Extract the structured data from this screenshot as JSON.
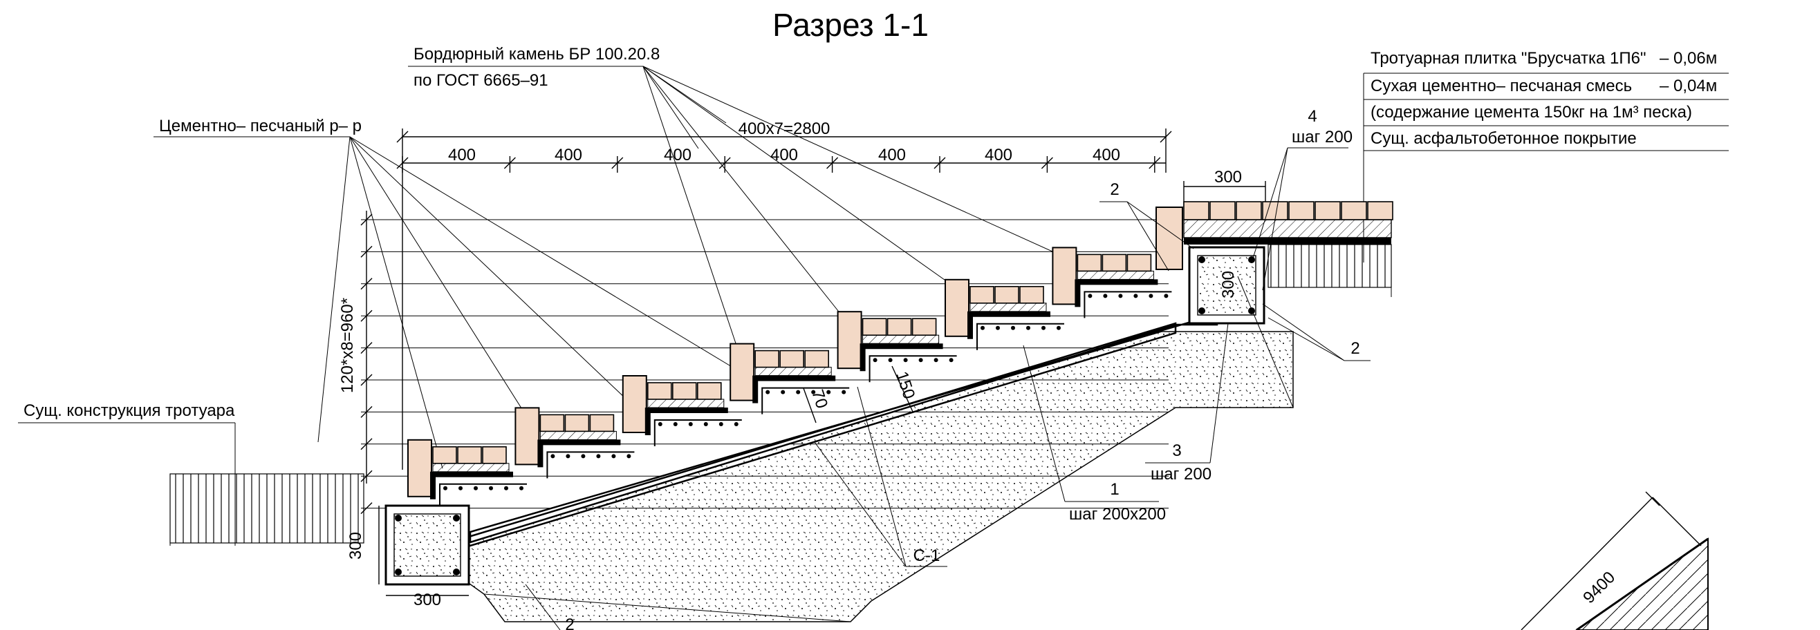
{
  "title": "Разрез 1-1",
  "labels": {
    "curb_stone_line1": "Бордюрный камень БР 100.20.8",
    "curb_stone_line2": "по ГОСТ 6665–91",
    "cement_mortar": "Цементно– песчаный р– р",
    "existing_sidewalk": "Сущ. конструкция тротуара",
    "layer1": "Тротуарная плитка \"Брусчатка 1П6\"",
    "layer1_thk": "– 0,06м",
    "layer2": "Сухая цементно– песчаная смесь",
    "layer2_thk": "– 0,04м",
    "layer2_note": "(содержание цемента 150кг на 1м³ песка)",
    "layer3": "Сущ. асфальтобетонное покрытие",
    "pos1_num": "1",
    "pos1_step": "шаг 200x200",
    "pos2_top": "2",
    "pos2_right": "2",
    "pos2_bottom": "2",
    "pos3_num": "3",
    "pos3_step": "шаг 200",
    "pos4_num": "4",
    "pos4_step": "шаг 200",
    "section_c1": "С-1"
  },
  "dimensions": {
    "overall": "400x7=2800",
    "step_widths": [
      "400",
      "400",
      "400",
      "400",
      "400",
      "400",
      "400"
    ],
    "vertical": "120*x8=960*",
    "top_beam_width": "300",
    "top_beam_height": "300",
    "bottom_beam_height": "300",
    "bottom_beam_width": "300",
    "slab_150": "150",
    "slab_70": "70",
    "ramp_9400": "9400"
  }
}
